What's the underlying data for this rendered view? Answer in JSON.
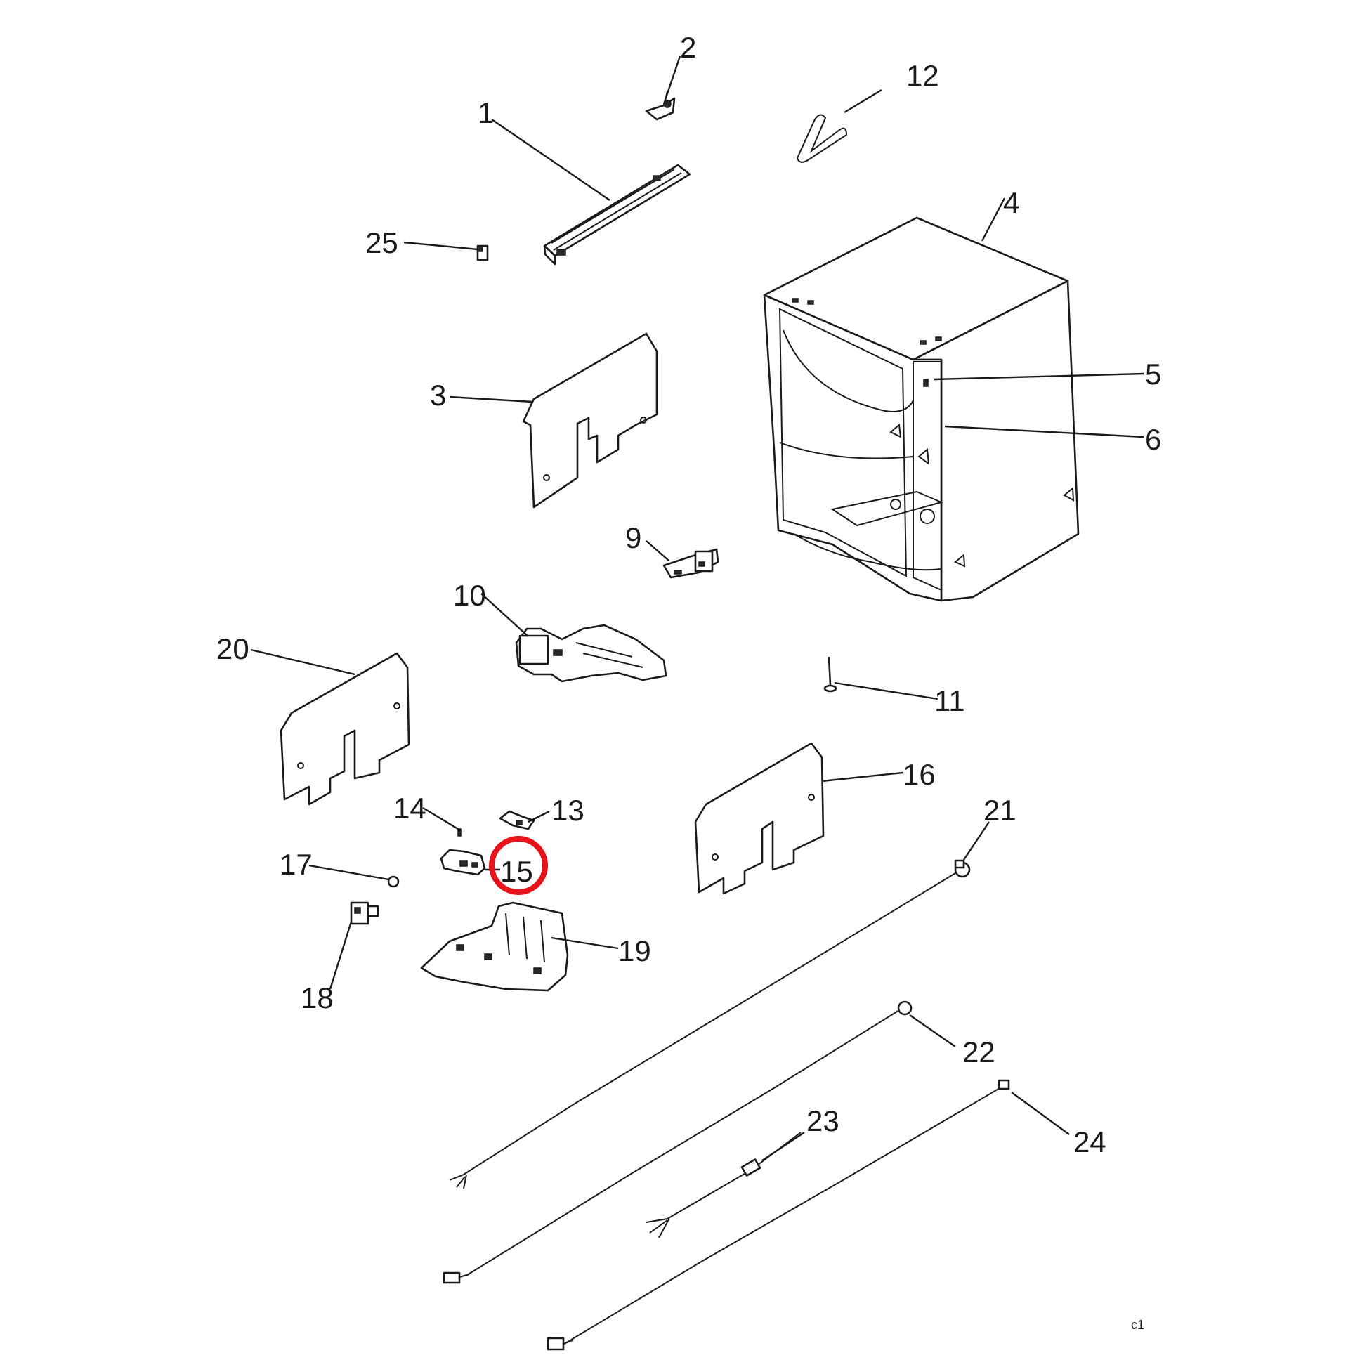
{
  "diagram": {
    "labels": {
      "p1": "1",
      "p2": "2",
      "p3": "3",
      "p4": "4",
      "p5": "5",
      "p6": "6",
      "p9": "9",
      "p10": "10",
      "p11": "11",
      "p12": "12",
      "p13": "13",
      "p14": "14",
      "p15": "15",
      "p16": "16",
      "p17": "17",
      "p18": "18",
      "p19": "19",
      "p20": "20",
      "p21": "21",
      "p22": "22",
      "p23": "23",
      "p24": "24",
      "p25": "25"
    },
    "highlighted_part": "15",
    "highlight_color": "#e8141b",
    "line_color": "#1a1a1a",
    "corner_code": "c1"
  }
}
